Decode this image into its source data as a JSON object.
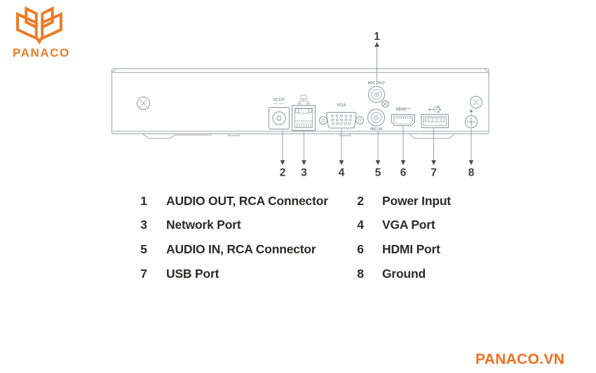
{
  "brand": {
    "logo_text": "PANACO",
    "website": "PANACO.VN"
  },
  "colors": {
    "brand_orange": "#ea7c26",
    "site_orange": "#f26f1f",
    "diagram_gray": "#a9adb0",
    "legend_text": "#2c2b2a"
  },
  "panel": {
    "labels": {
      "dc": "DC12V",
      "vga": "VGA",
      "mic_out": "MIC OUT",
      "mic_in": "MIC IN",
      "hdmi": "HDMI™"
    }
  },
  "callouts": {
    "n1": "1",
    "n2": "2",
    "n3": "3",
    "n4": "4",
    "n5": "5",
    "n6": "6",
    "n7": "7",
    "n8": "8"
  },
  "legend": {
    "items": [
      {
        "num": "1",
        "label": "AUDIO OUT, RCA Connector"
      },
      {
        "num": "2",
        "label": "Power Input"
      },
      {
        "num": "3",
        "label": "Network Port"
      },
      {
        "num": "4",
        "label": "VGA Port"
      },
      {
        "num": "5",
        "label": "AUDIO IN, RCA Connector"
      },
      {
        "num": "6",
        "label": "HDMI Port"
      },
      {
        "num": "7",
        "label": "USB Port"
      },
      {
        "num": "8",
        "label": "Ground"
      }
    ]
  }
}
